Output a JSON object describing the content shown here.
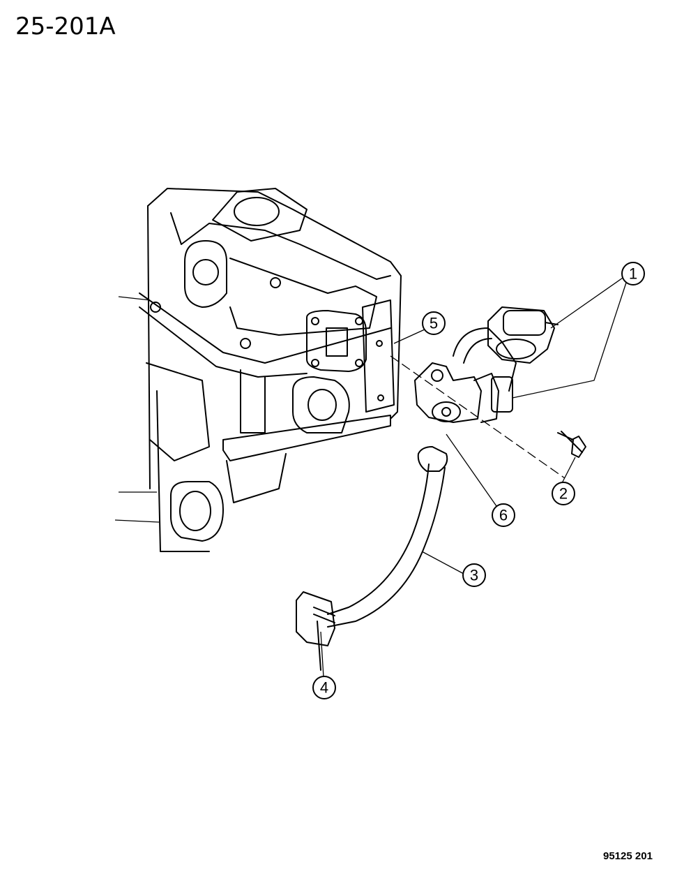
{
  "figure_id": "25-201A",
  "drawing_code": "95125 201",
  "callouts": [
    {
      "label": "1"
    },
    {
      "label": "2"
    },
    {
      "label": "3"
    },
    {
      "label": "4"
    },
    {
      "label": "5"
    },
    {
      "label": "6"
    }
  ]
}
